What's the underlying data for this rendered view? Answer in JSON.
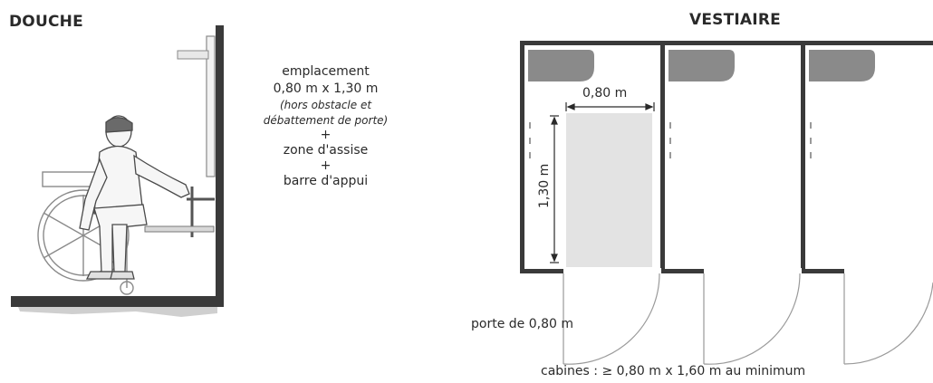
{
  "douche": {
    "title": "DOUCHE",
    "note": {
      "line1": "emplacement",
      "line2": "0,80 m x 1,30 m",
      "line3": "(hors obstacle et",
      "line4": "débattement de porte)",
      "plus1": "+",
      "line5": "zone d'assise",
      "plus2": "+",
      "line6": "barre d'appui"
    }
  },
  "vestiaire": {
    "title": "VESTIAIRE",
    "width_label": "0,80 m",
    "depth_label": "1,30 m",
    "door_caption": "porte de 0,80 m",
    "cabins_caption": "cabines : ≥ 0,80 m x 1,60 m au minimum",
    "cabin_count": 3
  },
  "colors": {
    "wall": "#3a3a3a",
    "bench": "#8a8a8a",
    "zone": "#e3e3e3",
    "ink": "#2a2a2a"
  }
}
